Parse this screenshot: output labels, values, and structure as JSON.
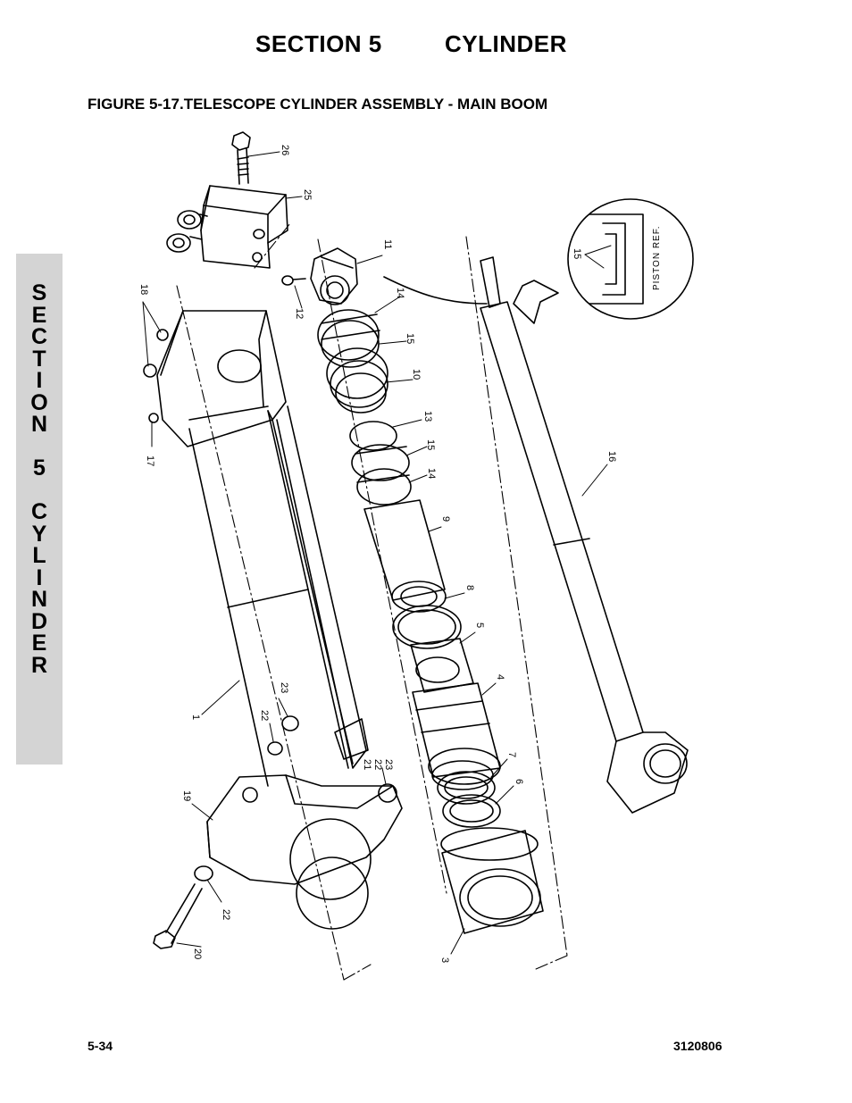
{
  "header": {
    "section": "SECTION 5",
    "name": "CYLINDER"
  },
  "figure_title": "FIGURE 5-17.TELESCOPE CYLINDER ASSEMBLY - MAIN BOOM",
  "side_tab_letters": [
    "S",
    "E",
    "C",
    "T",
    "I",
    "O",
    "N",
    "",
    "5",
    "",
    "C",
    "Y",
    "L",
    "I",
    "N",
    "D",
    "E",
    "R"
  ],
  "inset_label": "PISTON REF.",
  "callouts": [
    "1",
    "3",
    "4",
    "5",
    "6",
    "7",
    "8",
    "9",
    "10",
    "11",
    "12",
    "13",
    "14",
    "15",
    "16",
    "17",
    "18",
    "19",
    "20",
    "21",
    "22",
    "23",
    "25",
    "26"
  ],
  "inset_callout": "15",
  "footer": {
    "page": "5-34",
    "doc_number": "3120806"
  }
}
